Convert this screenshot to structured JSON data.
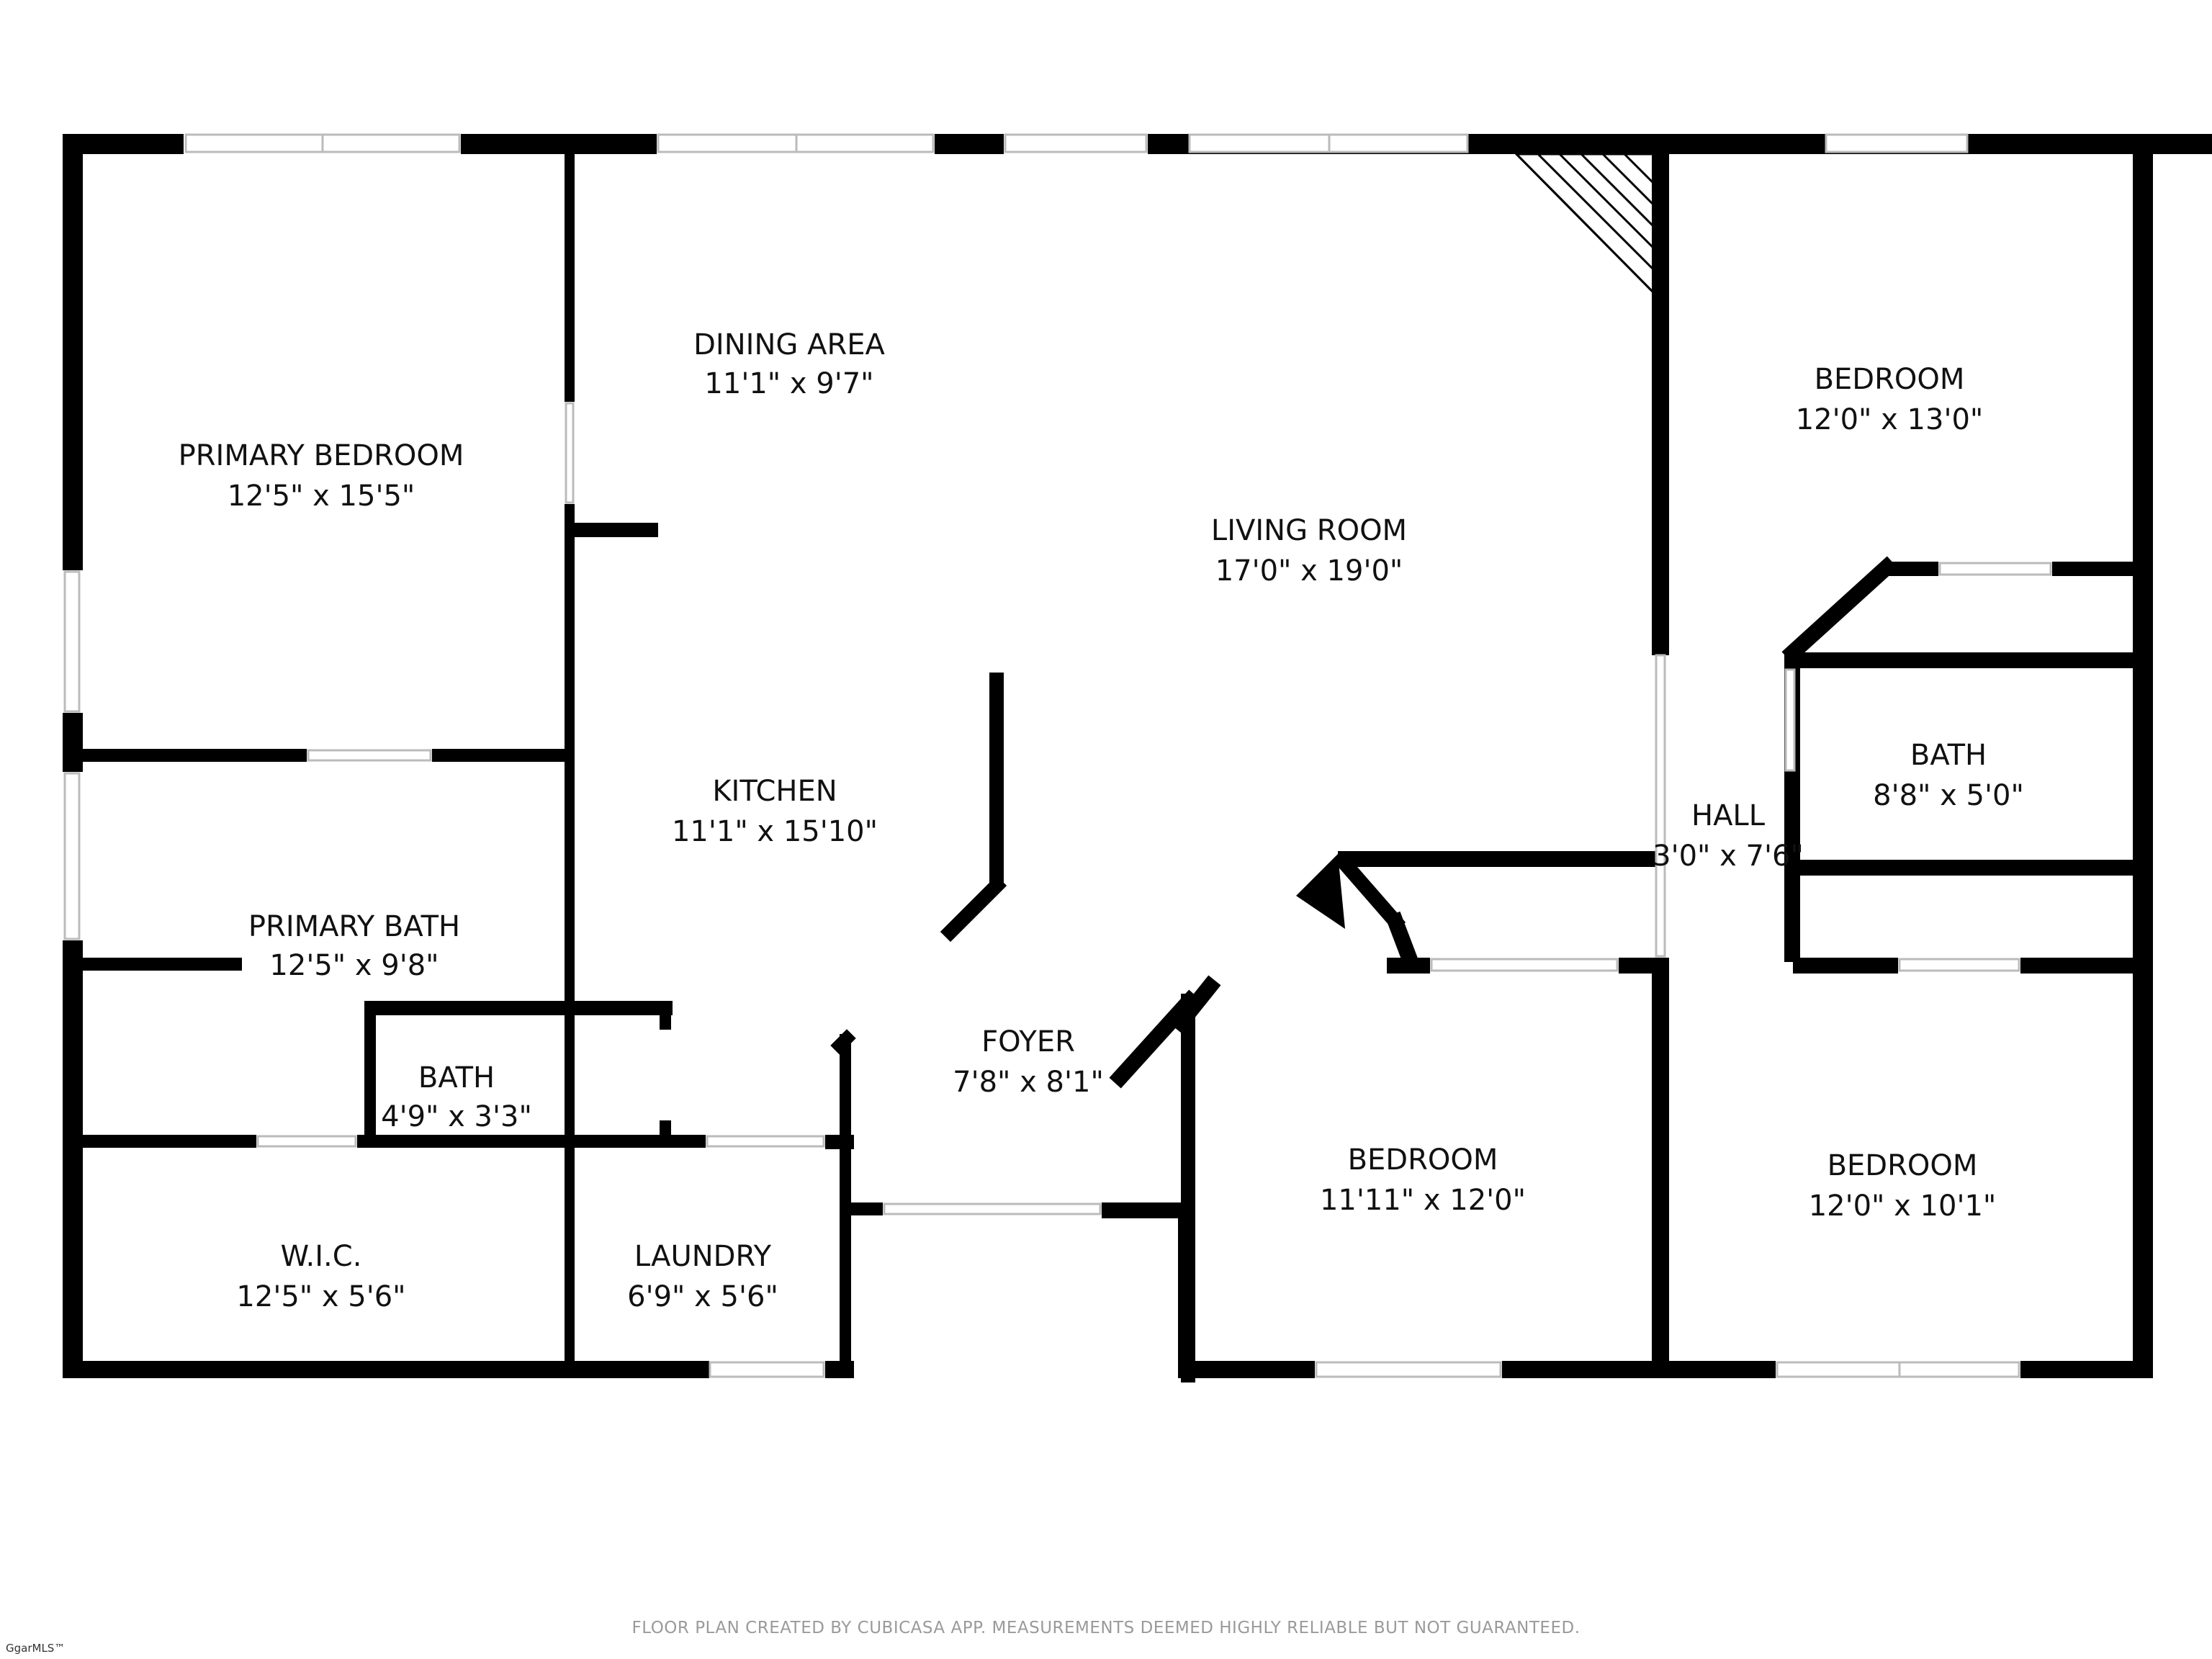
{
  "rooms": [
    {
      "name": "DINING AREA",
      "dims": "11'1\" x 9'7\""
    },
    {
      "name": "PRIMARY BEDROOM",
      "dims": "12'5\" x 15'5\""
    },
    {
      "name": "LIVING ROOM",
      "dims": "17'0\" x 19'0\""
    },
    {
      "name": "BEDROOM",
      "dims": "12'0\" x 13'0\""
    },
    {
      "name": "KITCHEN",
      "dims": "11'1\" x 15'10\""
    },
    {
      "name": "HALL",
      "dims": "3'0\" x 7'6\""
    },
    {
      "name": "BATH",
      "dims": "8'8\" x 5'0\""
    },
    {
      "name": "PRIMARY BATH",
      "dims": "12'5\" x 9'8\""
    },
    {
      "name": "FOYER",
      "dims": "7'8\" x 8'1\""
    },
    {
      "name": "BATH",
      "dims": "4'9\" x 3'3\""
    },
    {
      "name": "BEDROOM",
      "dims": "11'11\" x 12'0\""
    },
    {
      "name": "BEDROOM",
      "dims": "12'0\" x 10'1\""
    },
    {
      "name": "W.I.C.",
      "dims": "12'5\" x 5'6\""
    },
    {
      "name": "LAUNDRY",
      "dims": "6'9\" x 5'6\""
    }
  ],
  "footer": "FLOOR PLAN CREATED BY CUBICASA APP. MEASUREMENTS DEEMED HIGHLY RELIABLE BUT NOT GUARANTEED.",
  "watermark": "GgarMLS™",
  "colors": {
    "wall": "#000000",
    "window": "#bbbbbb",
    "text": "#111111"
  }
}
